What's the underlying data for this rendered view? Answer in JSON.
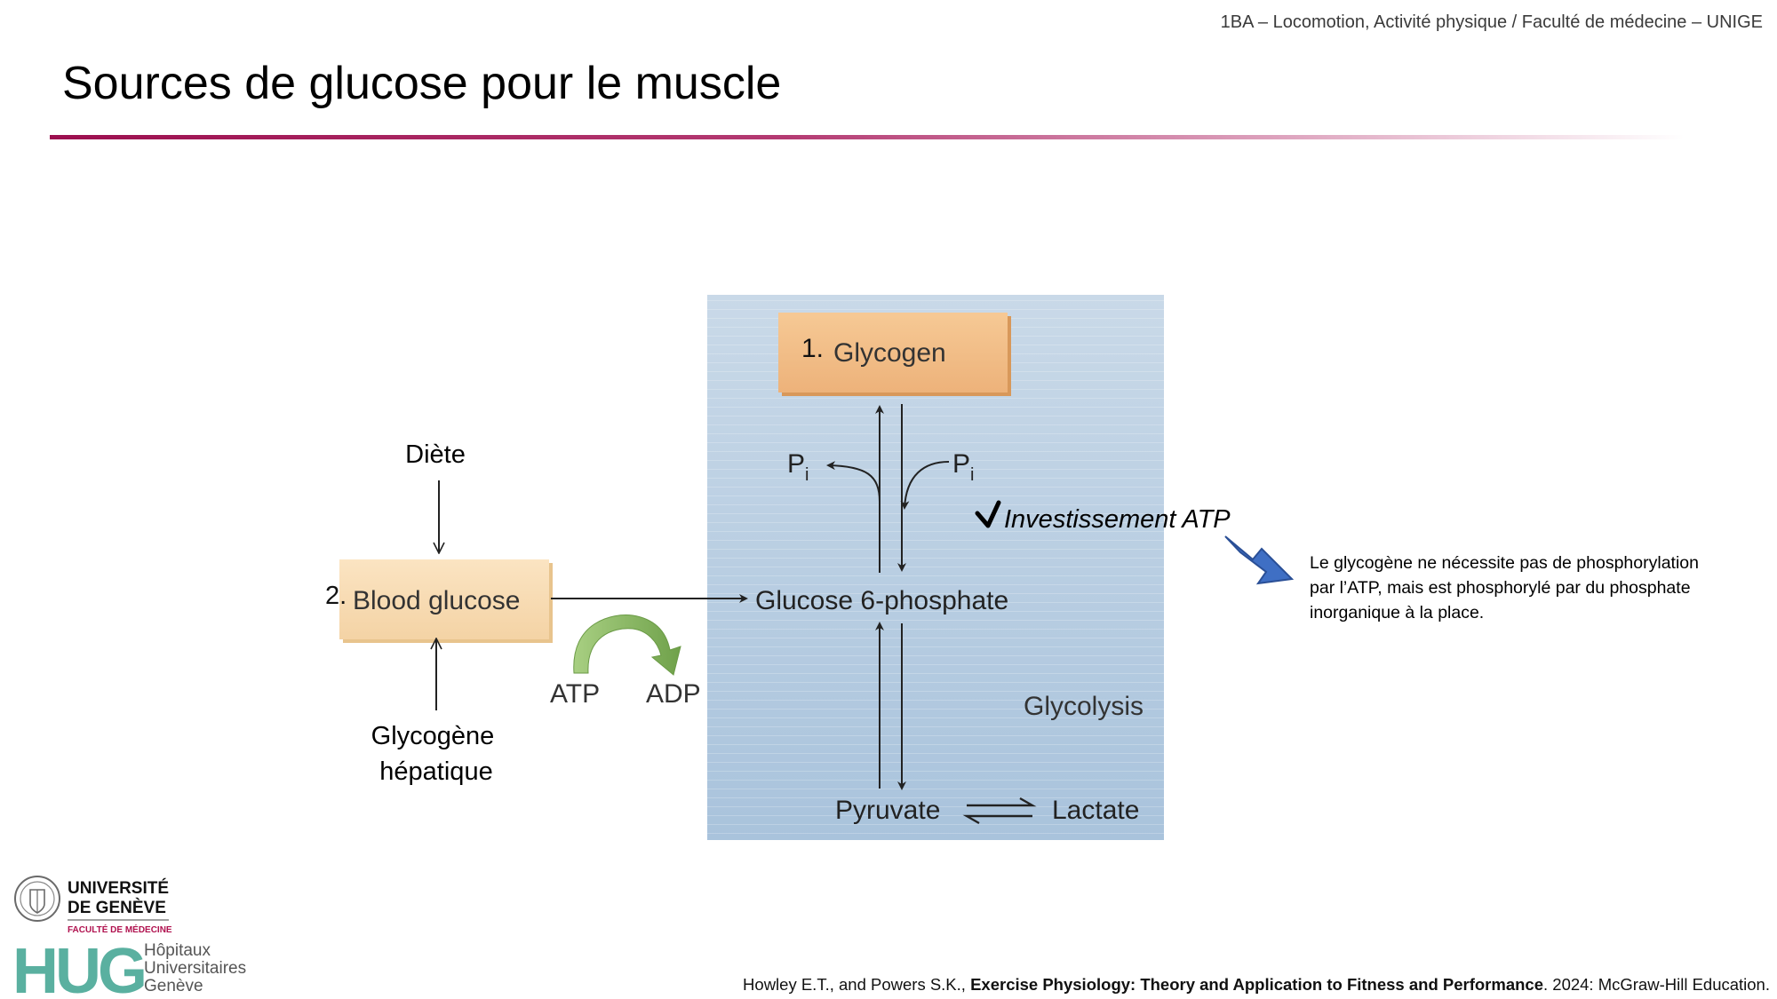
{
  "header": {
    "course": "1BA – Locomotion, Activité physique / Faculté de médecine – UNIGE",
    "title": "Sources de glucose pour le muscle"
  },
  "diagram": {
    "glycogen_number": "1.",
    "glycogen_label": "Glycogen",
    "blood_number": "2.",
    "blood_label": "Blood glucose",
    "diet_label": "Diète",
    "liver_line1": "Glycogène",
    "liver_line2": "hépatique",
    "pi_main": "P",
    "pi_sub": "i",
    "g6p_label": "Glucose 6-phosphate",
    "atp_label": "ATP",
    "adp_label": "ADP",
    "glycolysis_label": "Glycolysis",
    "pyruvate_label": "Pyruvate",
    "lactate_label": "Lactate",
    "investment_label": "Investissement ATP"
  },
  "note": {
    "text": "Le glycogène ne nécessite pas de phosphorylation par l’ATP, mais est phosphorylé par du phosphate inorganique à la place."
  },
  "logos": {
    "unige_line1": "UNIVERSITÉ",
    "unige_line2": "DE GENÈVE",
    "unige_faculty": "FACULTÉ DE MÉDECINE",
    "hug_letters": "HUG",
    "hug_line1": "Hôpitaux",
    "hug_line2": "Universitaires",
    "hug_line3": "Genève"
  },
  "citation": {
    "authors": "Howley E.T., and Powers S.K., ",
    "book": "Exercise Physiology: Theory and Application to Fitness and Performance",
    "details": ". 2024: McGraw-Hill Education."
  },
  "colors": {
    "accent": "#9c0f4f",
    "panel_top": "#c9d9e8",
    "panel_bottom": "#a9c3dc",
    "glycogen_box": "#f2c28f",
    "blood_box": "#f8dcb4",
    "green_arrow": "#8cbc64",
    "blue_arrow": "#3f6fc4"
  }
}
